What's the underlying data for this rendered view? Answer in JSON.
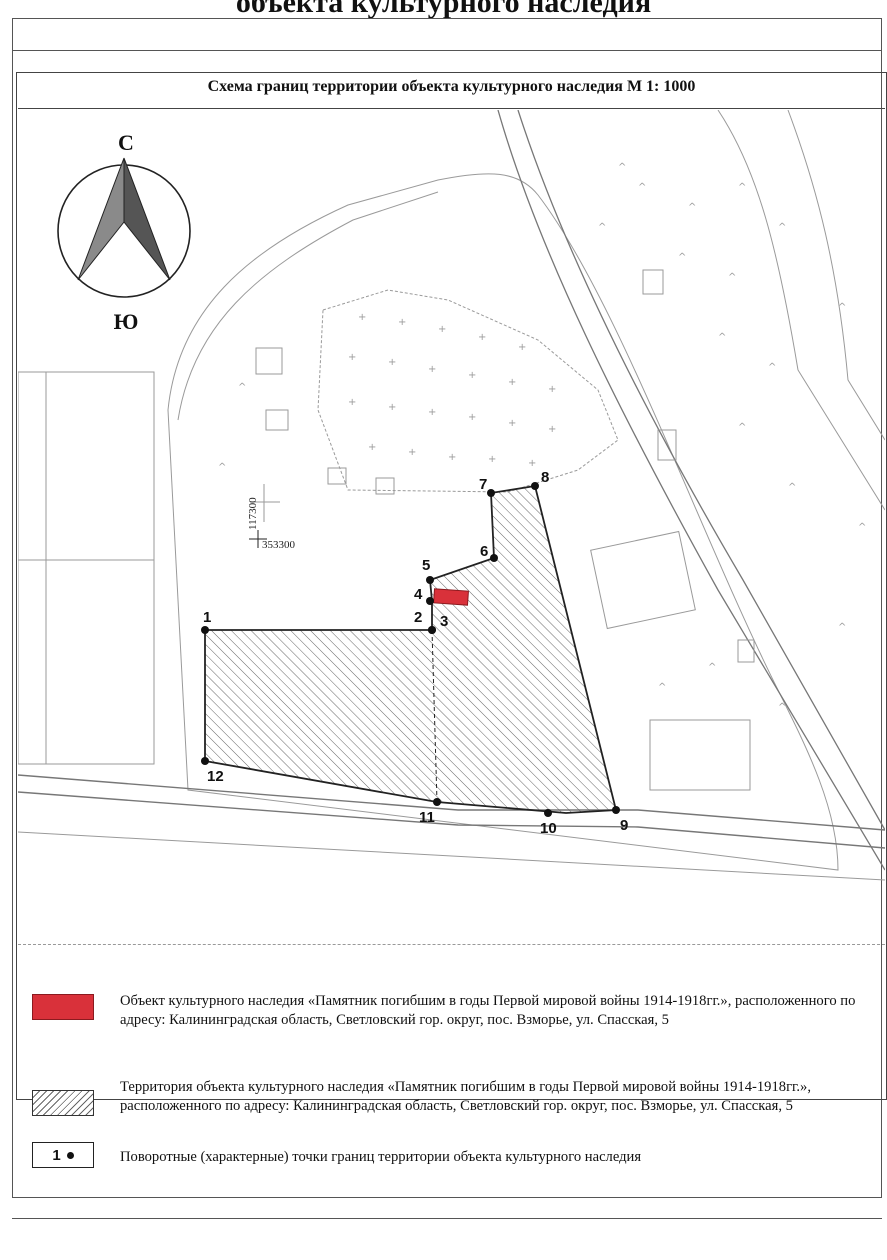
{
  "page_heading": "объекта культурного наследия",
  "map_title": "Схема границ территории объекта культурного наследия М 1: 1000",
  "compass": {
    "north": "С",
    "south": "Ю"
  },
  "coordinates": {
    "northing": "117300",
    "easting": "353300"
  },
  "boundary_points": [
    {
      "label": "1"
    },
    {
      "label": "2"
    },
    {
      "label": "3"
    },
    {
      "label": "4"
    },
    {
      "label": "5"
    },
    {
      "label": "6"
    },
    {
      "label": "7"
    },
    {
      "label": "8"
    },
    {
      "label": "9"
    },
    {
      "label": "10"
    },
    {
      "label": "11"
    },
    {
      "label": "12"
    }
  ],
  "colors": {
    "object": "#d9313a",
    "boundary": "#222222",
    "hatch": "#666666",
    "terrain": "#9a9a9a"
  },
  "legend": {
    "object_text": "Объект культурного наследия «Памятник погибшим в годы Первой мировой войны 1914-1918гг.», расположенного по адресу: Калининградская область, Светловский гор. округ, пос. Взморье, ул. Спасская, 5",
    "territory_text": "Территория объекта культурного наследия «Памятник погибшим в годы Первой мировой войны 1914-1918гг.», расположенного по адресу: Калининградская область, Светловский гор. округ, пос. Взморье, ул. Спасская, 5",
    "point_symbol": "1",
    "point_text": "Поворотные (характерные) точки границ территории объекта культурного наследия"
  }
}
